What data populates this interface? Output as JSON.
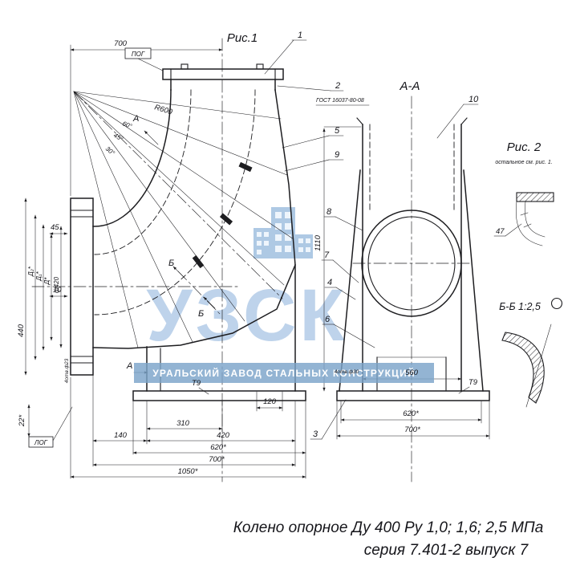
{
  "theme": {
    "line_color": "#1d1d20",
    "watermark_blue": "#b7cfe9",
    "banner_blue": "#7ba3c9"
  },
  "watermark": {
    "logo": "УЗСК",
    "banner": "УРАЛЬСКИЙ ЗАВОД СТАЛЬНЫХ КОНСТРУКЦИЙ"
  },
  "caption": {
    "line1": "Колено опорное Ду 400 Ру 1,0; 1,6; 2,5 МПа",
    "line2": "серия 7.401-2 выпуск 7"
  },
  "fig1": {
    "title": "Рис.1",
    "flag_top": "ПОГ",
    "flag_bottom": "ЛОГ",
    "gost_note": "ГОСТ 16037-80-08",
    "radius": "R600",
    "angle_60": "60°",
    "angle_45": "45°",
    "angle_30": "30°",
    "section_a": "А",
    "section_b": "Б",
    "weld": "Т9",
    "callout_1": "1",
    "callout_2": "2",
    "callout_5": "5",
    "callout_9": "9",
    "dim_top_700": "700",
    "dim_440": "440",
    "dim_45": "45",
    "dim_10": "10",
    "dim_22": "22*",
    "dia_d2": "Д₂*",
    "dia_d1": "Д₁*",
    "dia_d": "Д*",
    "dia_420": "ф420",
    "holes": "4отв.ф23",
    "dim_310": "310",
    "dim_140": "140",
    "dim_420": "420",
    "dim_620": "620*",
    "dim_700": "700*",
    "dim_1050": "1050*",
    "dim_120": "120"
  },
  "sectionAA": {
    "title": "А-А",
    "callout_10": "10",
    "callout_8": "8",
    "callout_7": "7",
    "callout_4": "4",
    "callout_6": "6",
    "callout_3": "3",
    "dim_1110": "1110",
    "dim_560": "560",
    "dim_620": "620*",
    "dim_700": "700*",
    "holes": "4отв.ф30",
    "weld": "Т9"
  },
  "fig2": {
    "title": "Рис. 2",
    "note": "остальное см. рис. 1.",
    "callout_47": "47"
  },
  "sectionBB": {
    "title": "Б-Б 1:2,5"
  }
}
